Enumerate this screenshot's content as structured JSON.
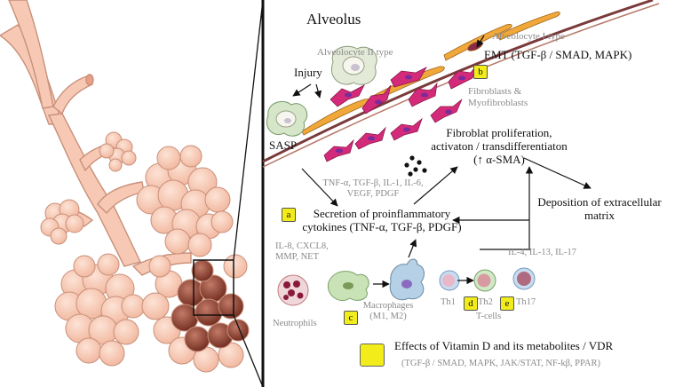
{
  "title": "Alveolus",
  "labels": {
    "alveolocyte_1": "Alveolocyte I type",
    "alveolocyte_2": "Alveolocyte II type",
    "emt": "EMT (TGF-β / SMAD, MAPK)",
    "injury": "Injury",
    "fibroblasts": "Fibroblasts &\nMyofibroblasts",
    "sasp": "SASP",
    "fibro_prolif": "Fibroblat proliferation,\nactivaton / transdifferentiaton\n(↑ α-SMA)",
    "mediators": "TNF-α, TGF-β, IL-1, IL-6,\nVEGF, PDGF",
    "deposition": "Deposition of extracellular\nmatrix",
    "secretion": "Secretion of proinflammatory\ncytokines (TNF-α, TGF-β, PDGF)",
    "neutro_mediators": "IL-8, CXCL8,\nMMP, NET",
    "neutrophils": "Neutrophils",
    "macrophages": "Macrophages\n(M1, M2)",
    "il": "IL-4, IL-13, IL-17",
    "th1": "Th1",
    "th2": "Th2",
    "th17": "Th17",
    "tcells": "T-cells"
  },
  "badges": {
    "a": "a",
    "b": "b",
    "c": "c",
    "d": "d",
    "e": "e"
  },
  "legend": {
    "title": "Effects of Vitamin D and its metabolites / VDR",
    "subtitle": "(TGF-β / SMAD, MAPK, JAK/STAT, NF-kβ, PPAR)"
  },
  "colors": {
    "badge": "#f2ec1a",
    "lung": "#f7c9b4",
    "lung_outline": "#c9907a",
    "alveolus_dark": "#8a3a2a",
    "fibroblast": "#d42a7a",
    "type1_cell": "#f0a83a",
    "membrane": "#7a3a3a"
  }
}
